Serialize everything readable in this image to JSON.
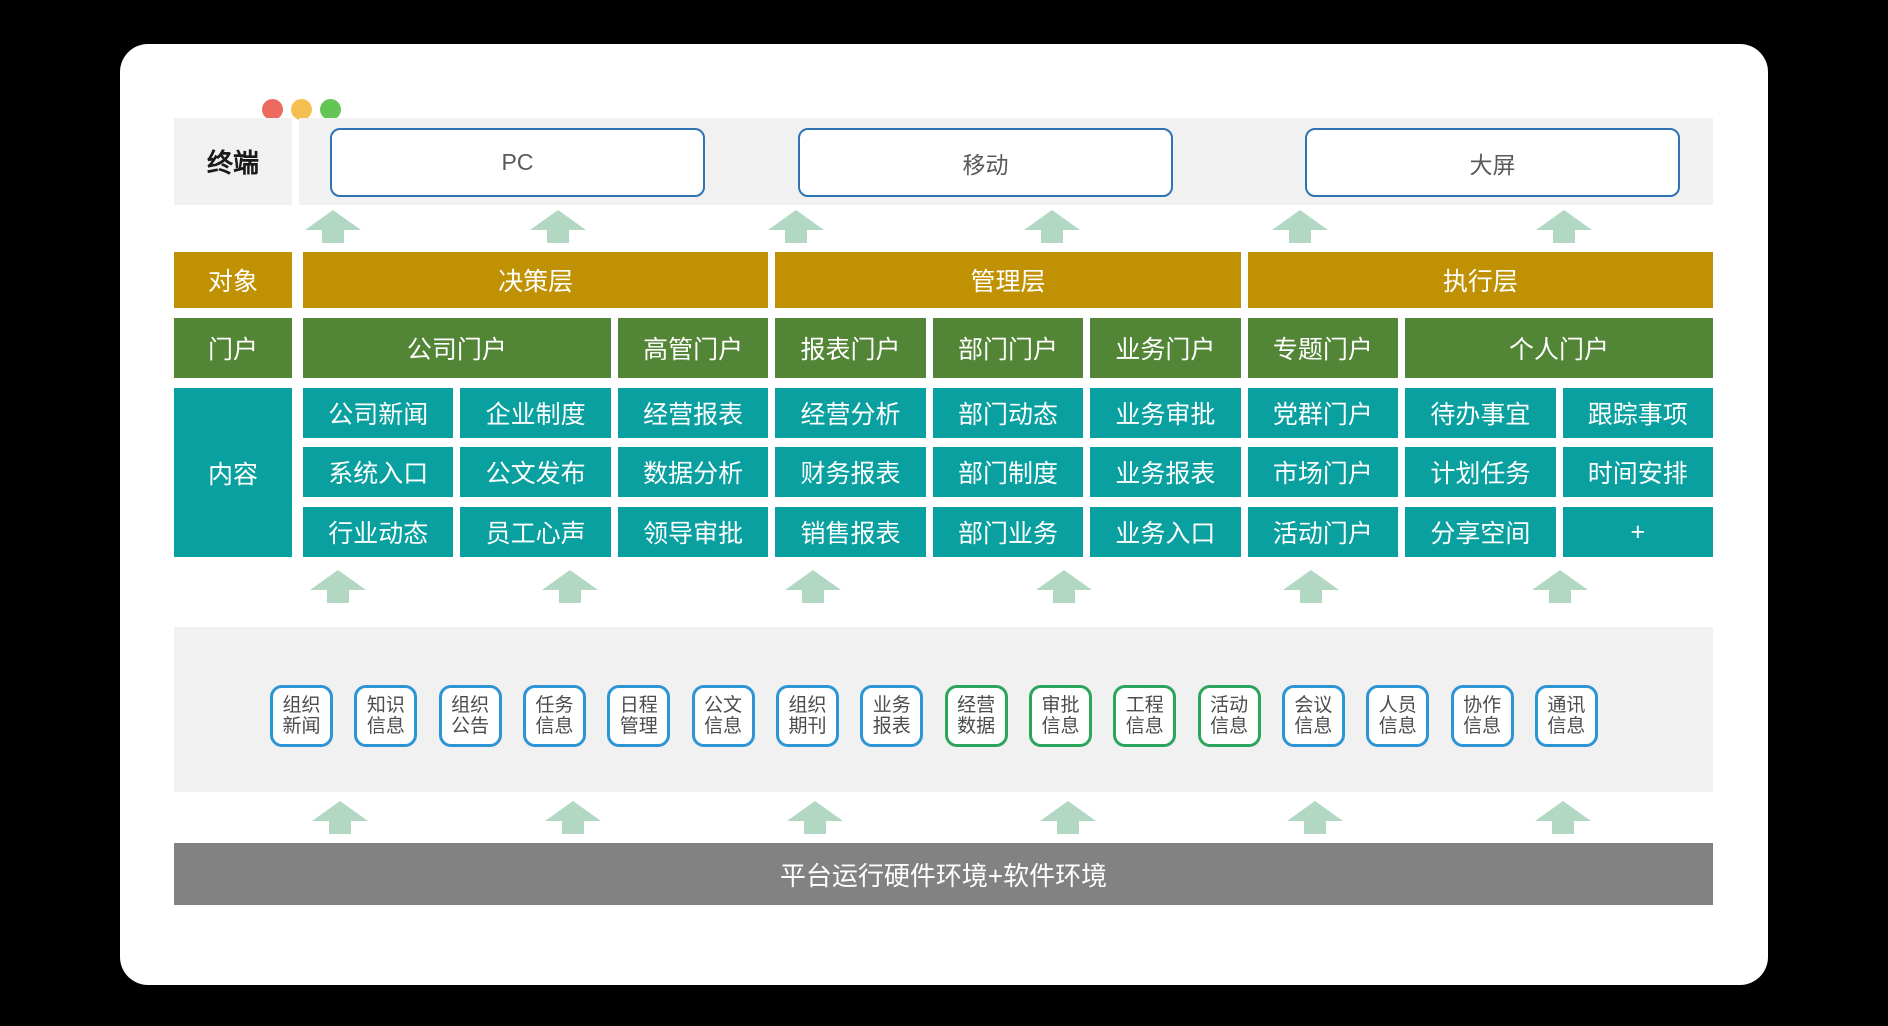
{
  "window": {
    "traffic_lights": [
      "close",
      "minimize",
      "zoom"
    ],
    "traffic_colors": {
      "red": "#EC6A5E",
      "yellow": "#F5BF4F",
      "green": "#62C554"
    }
  },
  "terminal_row": {
    "label": "终端",
    "devices": [
      "PC",
      "移动",
      "大屏"
    ]
  },
  "object_row": {
    "label": "对象",
    "groups": [
      "决策层",
      "管理层",
      "执行层"
    ]
  },
  "portal_row": {
    "label": "门户",
    "portals": [
      {
        "label": "公司门户",
        "span": 2
      },
      {
        "label": "高管门户",
        "span": 1
      },
      {
        "label": "报表门户",
        "span": 1
      },
      {
        "label": "部门门户",
        "span": 1
      },
      {
        "label": "业务门户",
        "span": 1
      },
      {
        "label": "专题门户",
        "span": 1
      },
      {
        "label": "个人门户",
        "span": 2
      }
    ]
  },
  "content_rows": {
    "label": "内容",
    "rows": [
      [
        "公司新闻",
        "企业制度",
        "经营报表",
        "经营分析",
        "部门动态",
        "业务审批",
        "党群门户",
        "待办事宜",
        "跟踪事项"
      ],
      [
        "系统入口",
        "公文发布",
        "数据分析",
        "财务报表",
        "部门制度",
        "业务报表",
        "市场门户",
        "计划任务",
        "时间安排"
      ],
      [
        "行业动态",
        "员工心声",
        "领导审批",
        "销售报表",
        "部门业务",
        "业务入口",
        "活动门户",
        "分享空间",
        "+"
      ]
    ]
  },
  "info_boxes": [
    {
      "lines": [
        "组织",
        "新闻"
      ],
      "border": "blue"
    },
    {
      "lines": [
        "知识",
        "信息"
      ],
      "border": "blue"
    },
    {
      "lines": [
        "组织",
        "公告"
      ],
      "border": "blue"
    },
    {
      "lines": [
        "任务",
        "信息"
      ],
      "border": "blue"
    },
    {
      "lines": [
        "日程",
        "管理"
      ],
      "border": "blue"
    },
    {
      "lines": [
        "公文",
        "信息"
      ],
      "border": "blue"
    },
    {
      "lines": [
        "组织",
        "期刊"
      ],
      "border": "blue"
    },
    {
      "lines": [
        "业务",
        "报表"
      ],
      "border": "blue"
    },
    {
      "lines": [
        "经营",
        "数据"
      ],
      "border": "green"
    },
    {
      "lines": [
        "审批",
        "信息"
      ],
      "border": "green"
    },
    {
      "lines": [
        "工程",
        "信息"
      ],
      "border": "green"
    },
    {
      "lines": [
        "活动",
        "信息"
      ],
      "border": "green"
    },
    {
      "lines": [
        "会议",
        "信息"
      ],
      "border": "blue"
    },
    {
      "lines": [
        "人员",
        "信息"
      ],
      "border": "blue"
    },
    {
      "lines": [
        "协作",
        "信息"
      ],
      "border": "blue"
    },
    {
      "lines": [
        "通讯",
        "信息"
      ],
      "border": "blue"
    }
  ],
  "platform_bar": {
    "label": "平台运行硬件环境+软件环境"
  },
  "colors": {
    "gold": "#C09102",
    "portal_green": "#538537",
    "content_teal": "#0AA0A0",
    "arrow_mint": "#B2D8C4",
    "device_border_blue": "#2E74B5",
    "info_border_blue": "#2D95D5",
    "info_border_green": "#2BA55C",
    "band_gray": "#F1F1F1",
    "platform_gray": "#828282"
  }
}
